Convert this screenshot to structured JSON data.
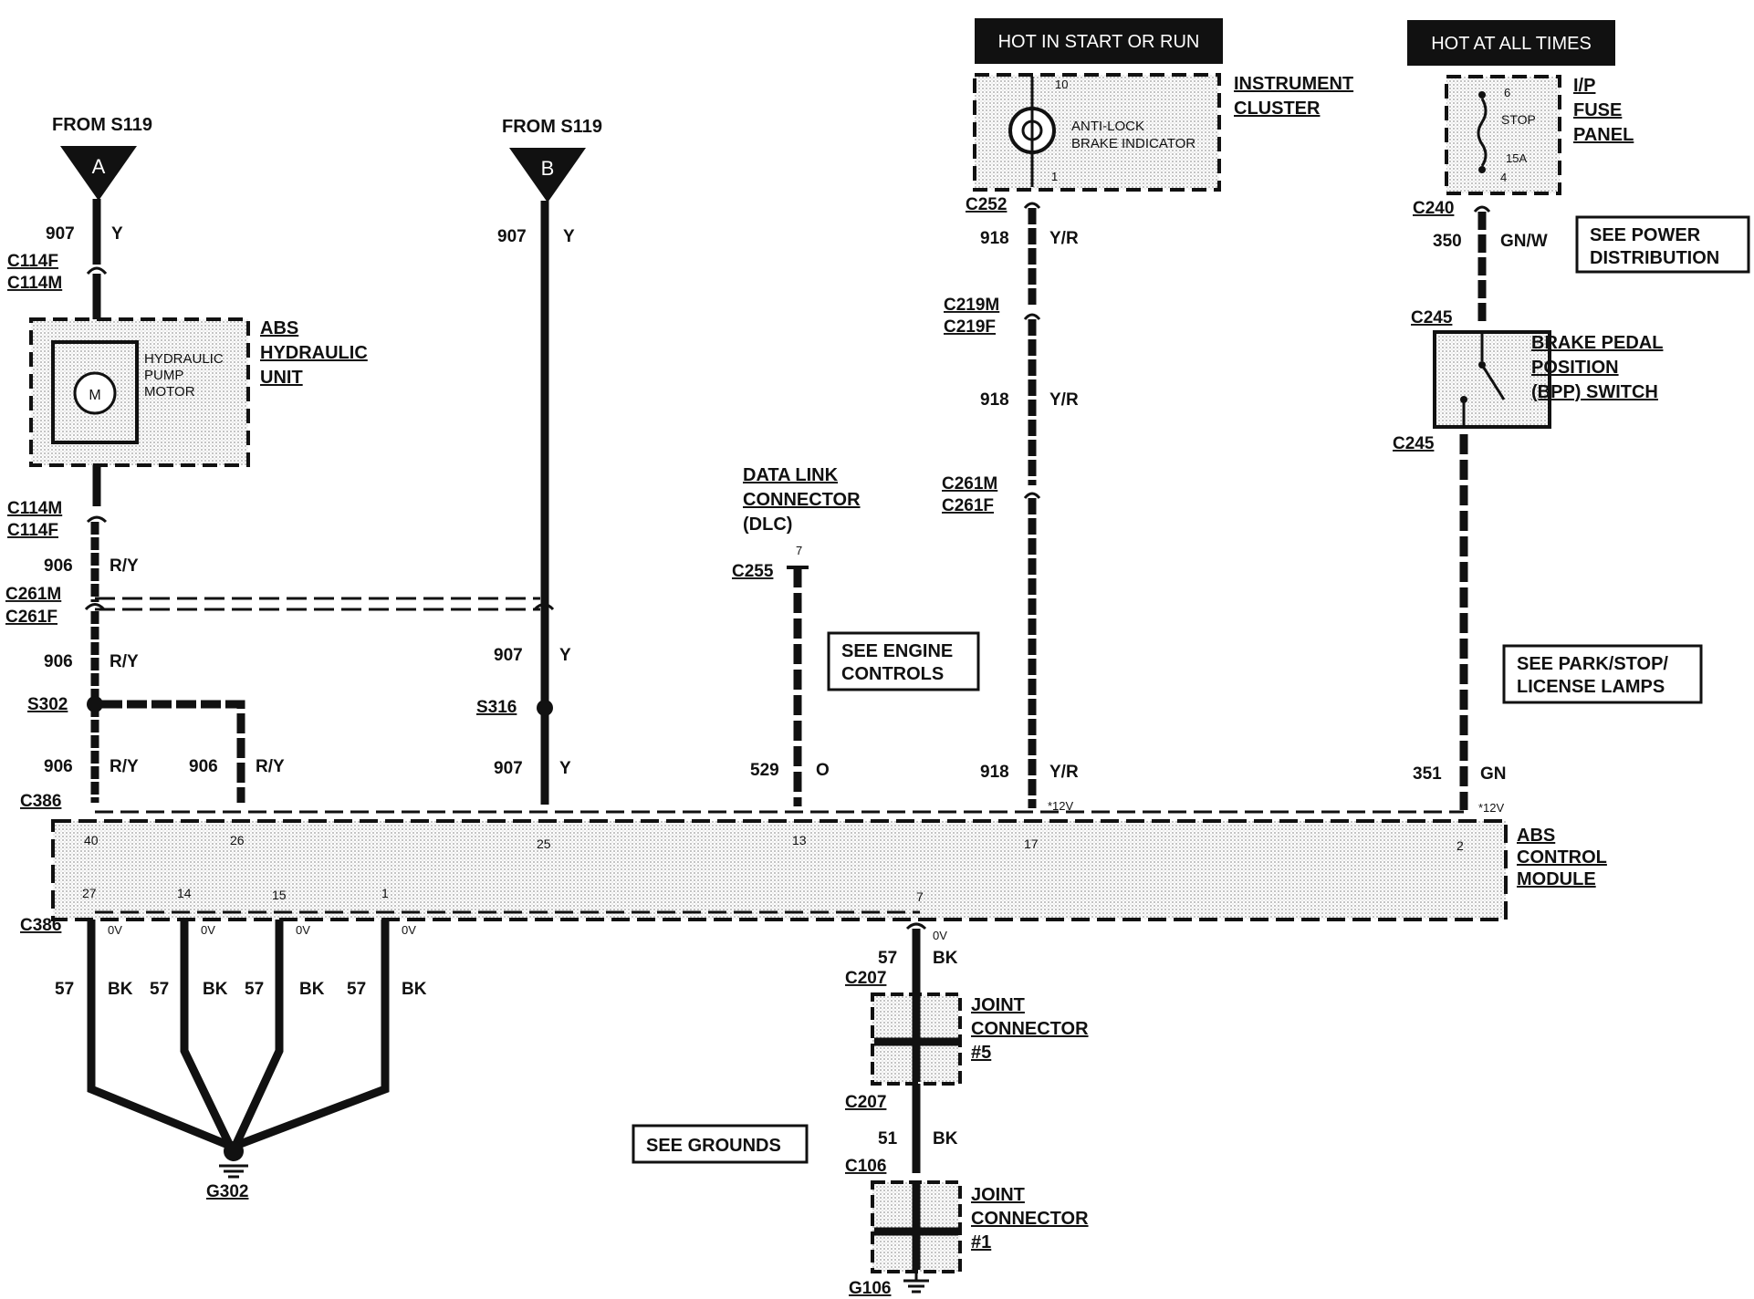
{
  "sources": {
    "a": {
      "from": "FROM S119",
      "letter": "A"
    },
    "b": {
      "from": "FROM S119",
      "letter": "B"
    },
    "hot_start_run": "HOT IN START OR RUN",
    "hot_all_times": "HOT AT ALL TIMES"
  },
  "components": {
    "abs_hydraulic": {
      "name": [
        "ABS",
        "HYDRAULIC",
        "UNIT"
      ],
      "inner": [
        "HYDRAULIC",
        "PUMP",
        "MOTOR"
      ],
      "motor_symbol": "M"
    },
    "instrument_cluster": {
      "name": [
        "INSTRUMENT",
        "CLUSTER"
      ],
      "inner": [
        "ANTI-LOCK",
        "BRAKE INDICATOR"
      ],
      "pin_top": "10",
      "pin_bottom": "1"
    },
    "fuse_panel": {
      "name": [
        "I/P",
        "FUSE",
        "PANEL"
      ],
      "fuse": "STOP",
      "rating": "15A",
      "pin_top": "6",
      "pin_bottom": "4"
    },
    "bpp_switch": {
      "name": [
        "BRAKE PEDAL",
        "POSITION",
        "(BPP) SWITCH"
      ]
    },
    "dlc": {
      "name": [
        "DATA LINK",
        "CONNECTOR",
        "(DLC)"
      ],
      "pin": "7"
    },
    "abs_module": {
      "name": [
        "ABS",
        "CONTROL",
        "MODULE"
      ],
      "top_pins": [
        "40",
        "26",
        "25",
        "13",
        "17",
        "2"
      ],
      "bottom_pins": [
        "27",
        "14",
        "15",
        "1",
        "7"
      ]
    },
    "joint5": {
      "name": [
        "JOINT",
        "CONNECTOR",
        "#5"
      ]
    },
    "joint1": {
      "name": [
        "JOINT",
        "CONNECTOR",
        "#1"
      ]
    }
  },
  "connectors": {
    "c114f": "C114F",
    "c114m": "C114M",
    "c261m": "C261M",
    "c261f": "C261F",
    "s302": "S302",
    "s316": "S316",
    "c386": "C386",
    "c255": "C255",
    "c252": "C252",
    "c219m": "C219M",
    "c219f": "C219F",
    "c240": "C240",
    "c245": "C245",
    "c207": "C207",
    "c106": "C106",
    "g302": "G302",
    "g106": "G106"
  },
  "wires": {
    "w907": "907",
    "y": "Y",
    "w906": "906",
    "ry": "R/Y",
    "w918": "918",
    "yr": "Y/R",
    "w350": "350",
    "gnw": "GN/W",
    "w351": "351",
    "gn": "GN",
    "w529": "529",
    "o": "O",
    "w57": "57",
    "bk": "BK",
    "w51": "51"
  },
  "voltages": {
    "twelve": "*12V",
    "zero": "0V"
  },
  "references": {
    "power": [
      "SEE POWER",
      "DISTRIBUTION"
    ],
    "engine": [
      "SEE ENGINE",
      "CONTROLS"
    ],
    "park": [
      "SEE PARK/STOP/",
      "LICENSE LAMPS"
    ],
    "grounds": "SEE GROUNDS"
  }
}
